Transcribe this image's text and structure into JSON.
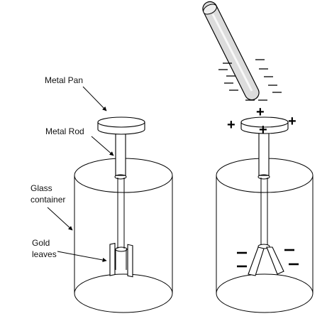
{
  "labels": {
    "metal_pan": "Metal Pan",
    "metal_rod": "Metal Rod",
    "glass_line1": "Glass",
    "glass_line2": "container",
    "gold_line1": "Gold",
    "gold_line2": "leaves"
  },
  "signs": {
    "minus": "—",
    "plus": "+"
  }
}
